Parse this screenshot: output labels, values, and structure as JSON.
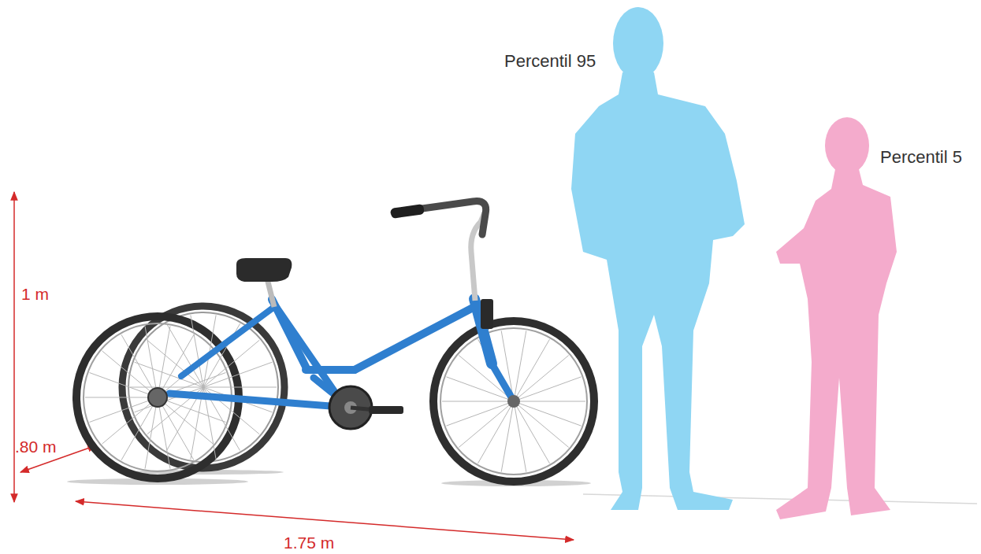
{
  "diagram": {
    "labels": [
      "Percentil 95",
      "Percentil 5",
      "1 m",
      ".80 m",
      "1.75 m"
    ]
  }
}
